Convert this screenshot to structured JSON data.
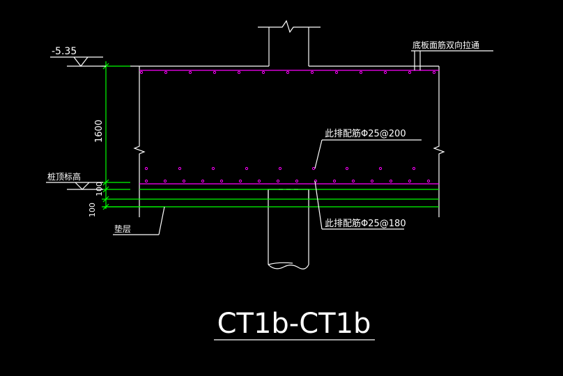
{
  "drawing": {
    "elevation": "-5.35",
    "top_note": "底板面筋双向拉通",
    "dim_main": "1600",
    "pile_top_label": "桩顶标高",
    "dim_pile_embed": "100",
    "dim_cushion": "100",
    "upper_rebar_note": "此排配筋Φ25@200",
    "lower_rebar_note": "此排配筋Φ25@180",
    "cushion_label": "垫层",
    "section_title": "CT1b-CT1b"
  },
  "colors": {
    "outline": "#ffffff",
    "dimension": "#00ff00",
    "rebar": "#ff00ff"
  }
}
